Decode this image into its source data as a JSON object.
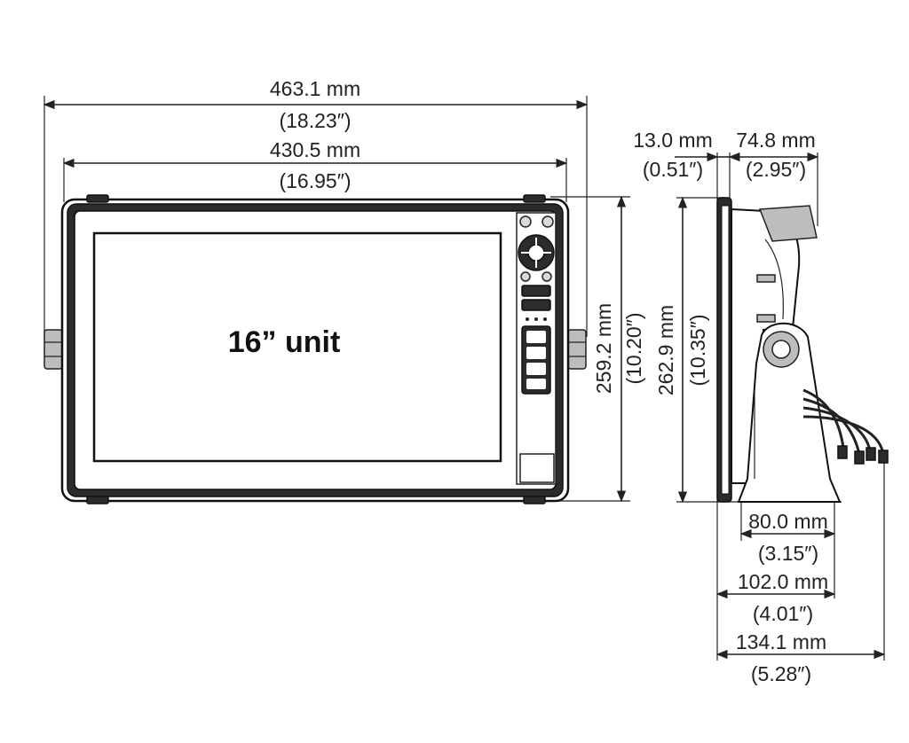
{
  "front": {
    "unit_label": "16” unit",
    "overall_width_mm": "463.1 mm",
    "overall_width_in": "(18.23″)",
    "body_width_mm": "430.5 mm",
    "body_width_in": "(16.95″)",
    "height_mm": "259.2 mm",
    "height_in": "(10.20″)"
  },
  "side": {
    "bezel_depth_mm": "13.0 mm",
    "bezel_depth_in": "(0.51″)",
    "top_depth_mm": "74.8 mm",
    "top_depth_in": "(2.95″)",
    "height_mm": "262.9 mm",
    "height_in": "(10.35″)",
    "base_mm": "80.0 mm",
    "base_in": "(3.15″)",
    "depth_mm": "102.0 mm",
    "depth_in": "(4.01″)",
    "total_depth_mm": "134.1 mm",
    "total_depth_in": "(5.28″)"
  }
}
